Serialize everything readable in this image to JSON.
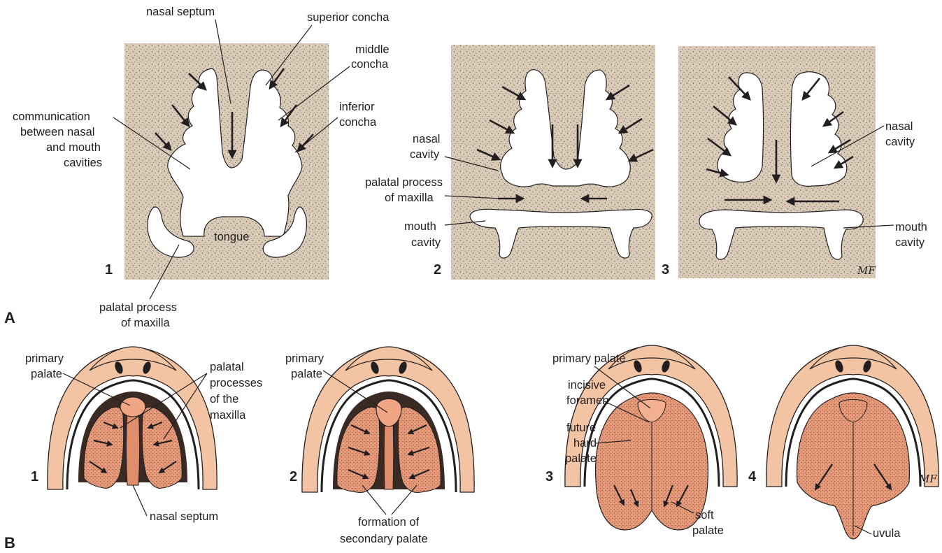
{
  "panel_a": {
    "letter": "A",
    "stage_numbers": [
      "1",
      "2",
      "3"
    ],
    "labels": {
      "nasal_septum": "nasal septum",
      "superior_concha": "superior concha",
      "middle_concha": [
        "middle",
        "concha"
      ],
      "inferior_concha": [
        "inferior",
        "concha"
      ],
      "communication": [
        "communication",
        "between nasal",
        "and mouth",
        "cavities"
      ],
      "tongue": "tongue",
      "palatal_process_1": [
        "palatal process",
        "of maxilla"
      ],
      "nasal_cavity_2": [
        "nasal",
        "cavity"
      ],
      "palatal_process_2": [
        "palatal process",
        "of maxilla"
      ],
      "mouth_cavity_2": [
        "mouth",
        "cavity"
      ],
      "nasal_cavity_3": [
        "nasal",
        "cavity"
      ],
      "mouth_cavity_3": [
        "mouth",
        "cavity"
      ]
    },
    "signature": "MF"
  },
  "panel_b": {
    "letter": "B",
    "stage_numbers": [
      "1",
      "2",
      "3",
      "4"
    ],
    "labels": {
      "primary_palate_1": [
        "primary",
        "palate"
      ],
      "palatal_processes": [
        "palatal",
        "processes",
        "of the",
        "maxilla"
      ],
      "nasal_septum": "nasal septum",
      "primary_palate_2": [
        "primary",
        "palate"
      ],
      "formation": [
        "formation of",
        "secondary palate"
      ],
      "primary_palate_3": "primary palate",
      "incisive_foramen": [
        "incisive",
        "foramen"
      ],
      "future_hard_palate": [
        "future",
        "hard",
        "palate"
      ],
      "soft_palate": [
        "soft",
        "palate"
      ],
      "uvula": "uvula"
    },
    "signature": "MF"
  },
  "colors": {
    "tissue_bg": "#d9cbb8",
    "stipple": "#5a4e44",
    "skin": "#f3c4a4",
    "palate": "#e69a7a",
    "cavity": "#ffffff",
    "ink": "#231f20"
  }
}
